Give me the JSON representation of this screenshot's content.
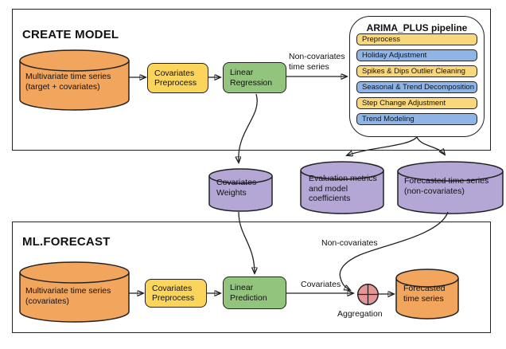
{
  "create_model": {
    "title": "CREATE MODEL",
    "source_db": "Multivariate time series\n(target + covariates)",
    "preprocess": "Covariates\nPreprocess",
    "regression": "Linear\nRegression",
    "arrow_label": "Non-covariates\ntime series",
    "pipeline": {
      "title": "ARIMA_PLUS pipeline",
      "steps": [
        {
          "label": "Preprocess",
          "color": "yellow"
        },
        {
          "label": "Holiday Adjustment",
          "color": "blue"
        },
        {
          "label": "Spikes & Dips Outlier Cleaning",
          "color": "yellow"
        },
        {
          "label": "Seasonal & Trend Decomposition",
          "color": "blue"
        },
        {
          "label": "Step Change Adjustment",
          "color": "yellow"
        },
        {
          "label": "Trend Modeling",
          "color": "blue"
        }
      ]
    }
  },
  "outputs": {
    "covariates_weights": "Covariates\nWeights",
    "evaluation": "Evaluation metrics\nand model\ncoefficients",
    "forecast_noncov": "Forecasted time series\n(non-covariates)"
  },
  "ml_forecast": {
    "title": "ML.FORECAST",
    "source_db": "Multivariate time series\n(covariates)",
    "preprocess": "Covariates\nPreprocess",
    "prediction": "Linear\nPrediction",
    "covariates_label": "Covariates",
    "non_covariates_label": "Non-covariates",
    "aggregation_label": "Aggregation",
    "output_db": "Forecasted\ntime series"
  },
  "colors": {
    "cylinder_orange": "#F2A55C",
    "process_yellow": "#FBD45C",
    "process_green": "#93C47D",
    "pipeline_step_yellow": "#F9D77D",
    "pipeline_step_blue": "#8FB4E6",
    "cylinder_purple": "#B4A7D6",
    "aggregation_pink": "#E59697",
    "stroke": "#222222"
  }
}
